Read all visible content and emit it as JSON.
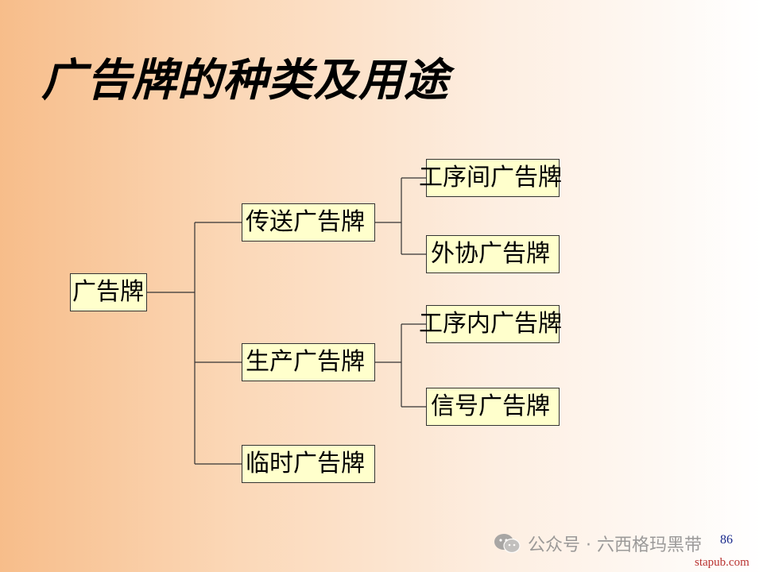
{
  "slide": {
    "title": "广告牌的种类及用途",
    "page_number": "86"
  },
  "diagram": {
    "root": "广告牌",
    "level1": [
      "传送广告牌",
      "生产广告牌",
      "临时广告牌"
    ],
    "transfer_children": [
      "工序间广告牌",
      "外协广告牌"
    ],
    "production_children": [
      "工序内广告牌",
      "信号广告牌"
    ],
    "colors": {
      "box_fill": "#ffffcc",
      "box_border": "#333333",
      "line": "#333333"
    }
  },
  "watermark": {
    "text": "公众号 · 六西格玛黑带",
    "icon": "wechat-icon",
    "site": "stapub.com"
  }
}
